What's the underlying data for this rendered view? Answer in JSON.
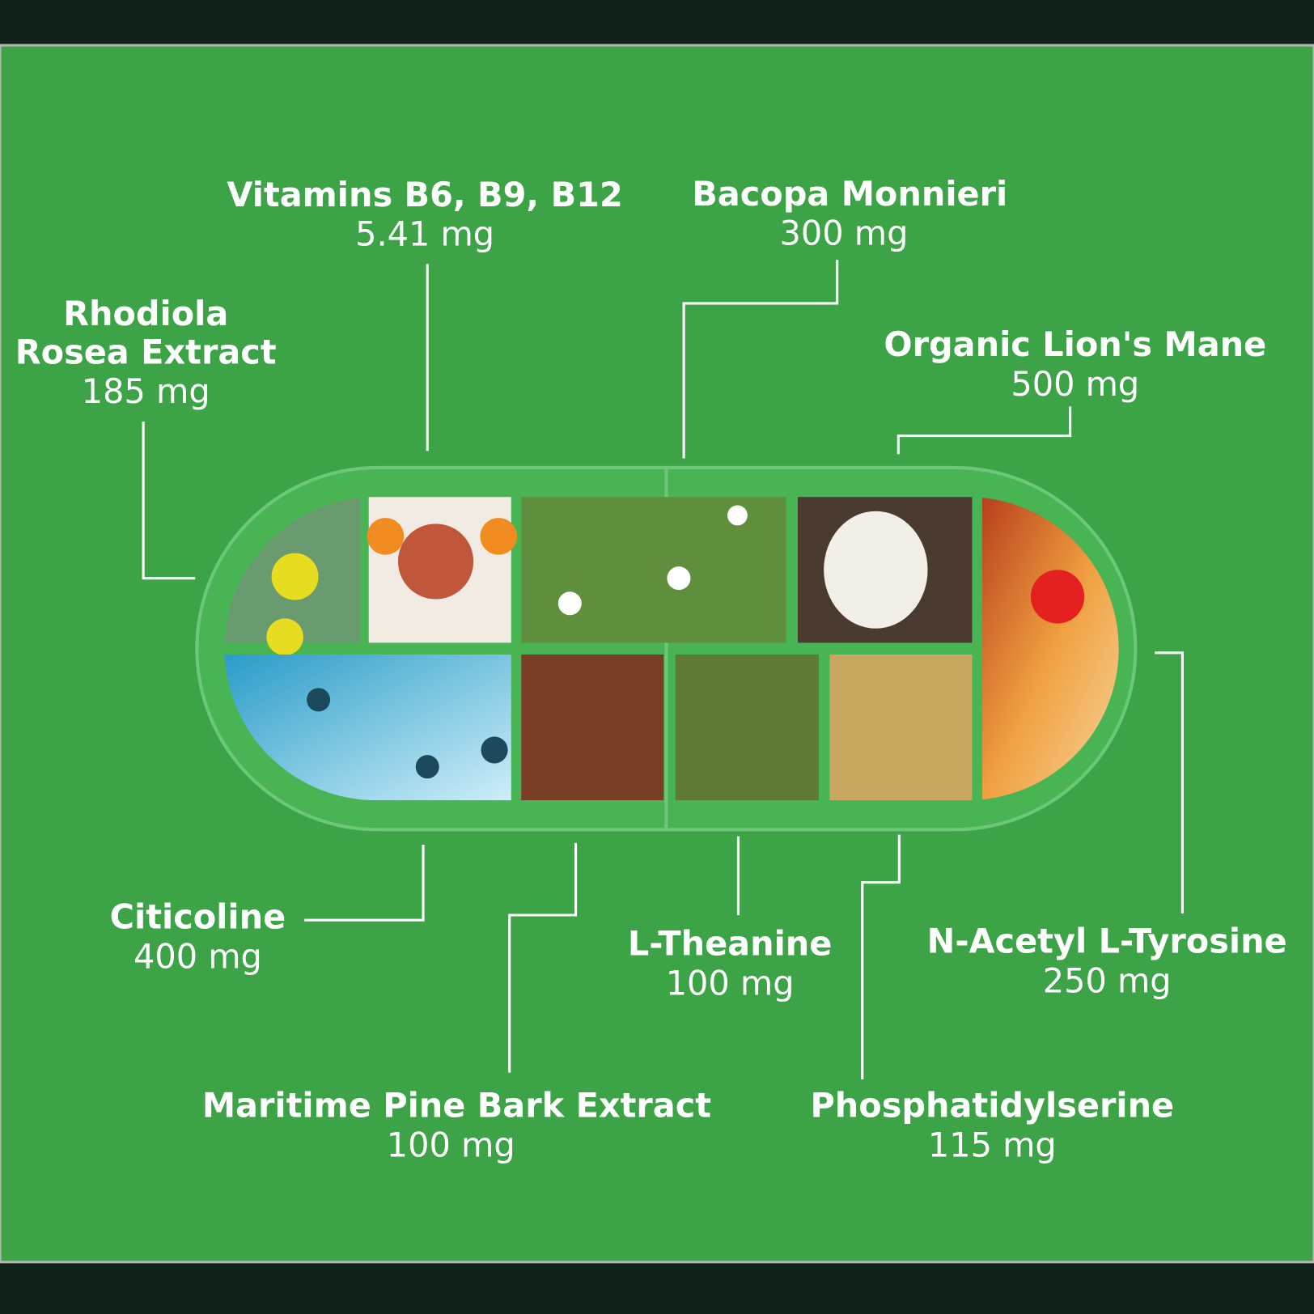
{
  "colors": {
    "background": "#3ca447",
    "frame": "#112019",
    "lines": "#ffffff"
  },
  "ingredients": [
    {
      "name_line1": "Rhodiola",
      "name_line2": "Rosea Extract",
      "dose": "185 mg"
    },
    {
      "name": "Vitamins B6, B9, B12",
      "dose": "5.41 mg"
    },
    {
      "name": "Bacopa Monnieri",
      "dose": "300 mg"
    },
    {
      "name": "Organic Lion's Mane",
      "dose": "500 mg"
    },
    {
      "name": "N-Acetyl L-Tyrosine",
      "dose": "250 mg"
    },
    {
      "name": "Citicoline",
      "dose": "400 mg"
    },
    {
      "name": "Maritime Pine Bark Extract",
      "dose": "100 mg"
    },
    {
      "name": "L-Theanine",
      "dose": "100 mg"
    },
    {
      "name": "Phosphatidylserine",
      "dose": "115 mg"
    }
  ]
}
